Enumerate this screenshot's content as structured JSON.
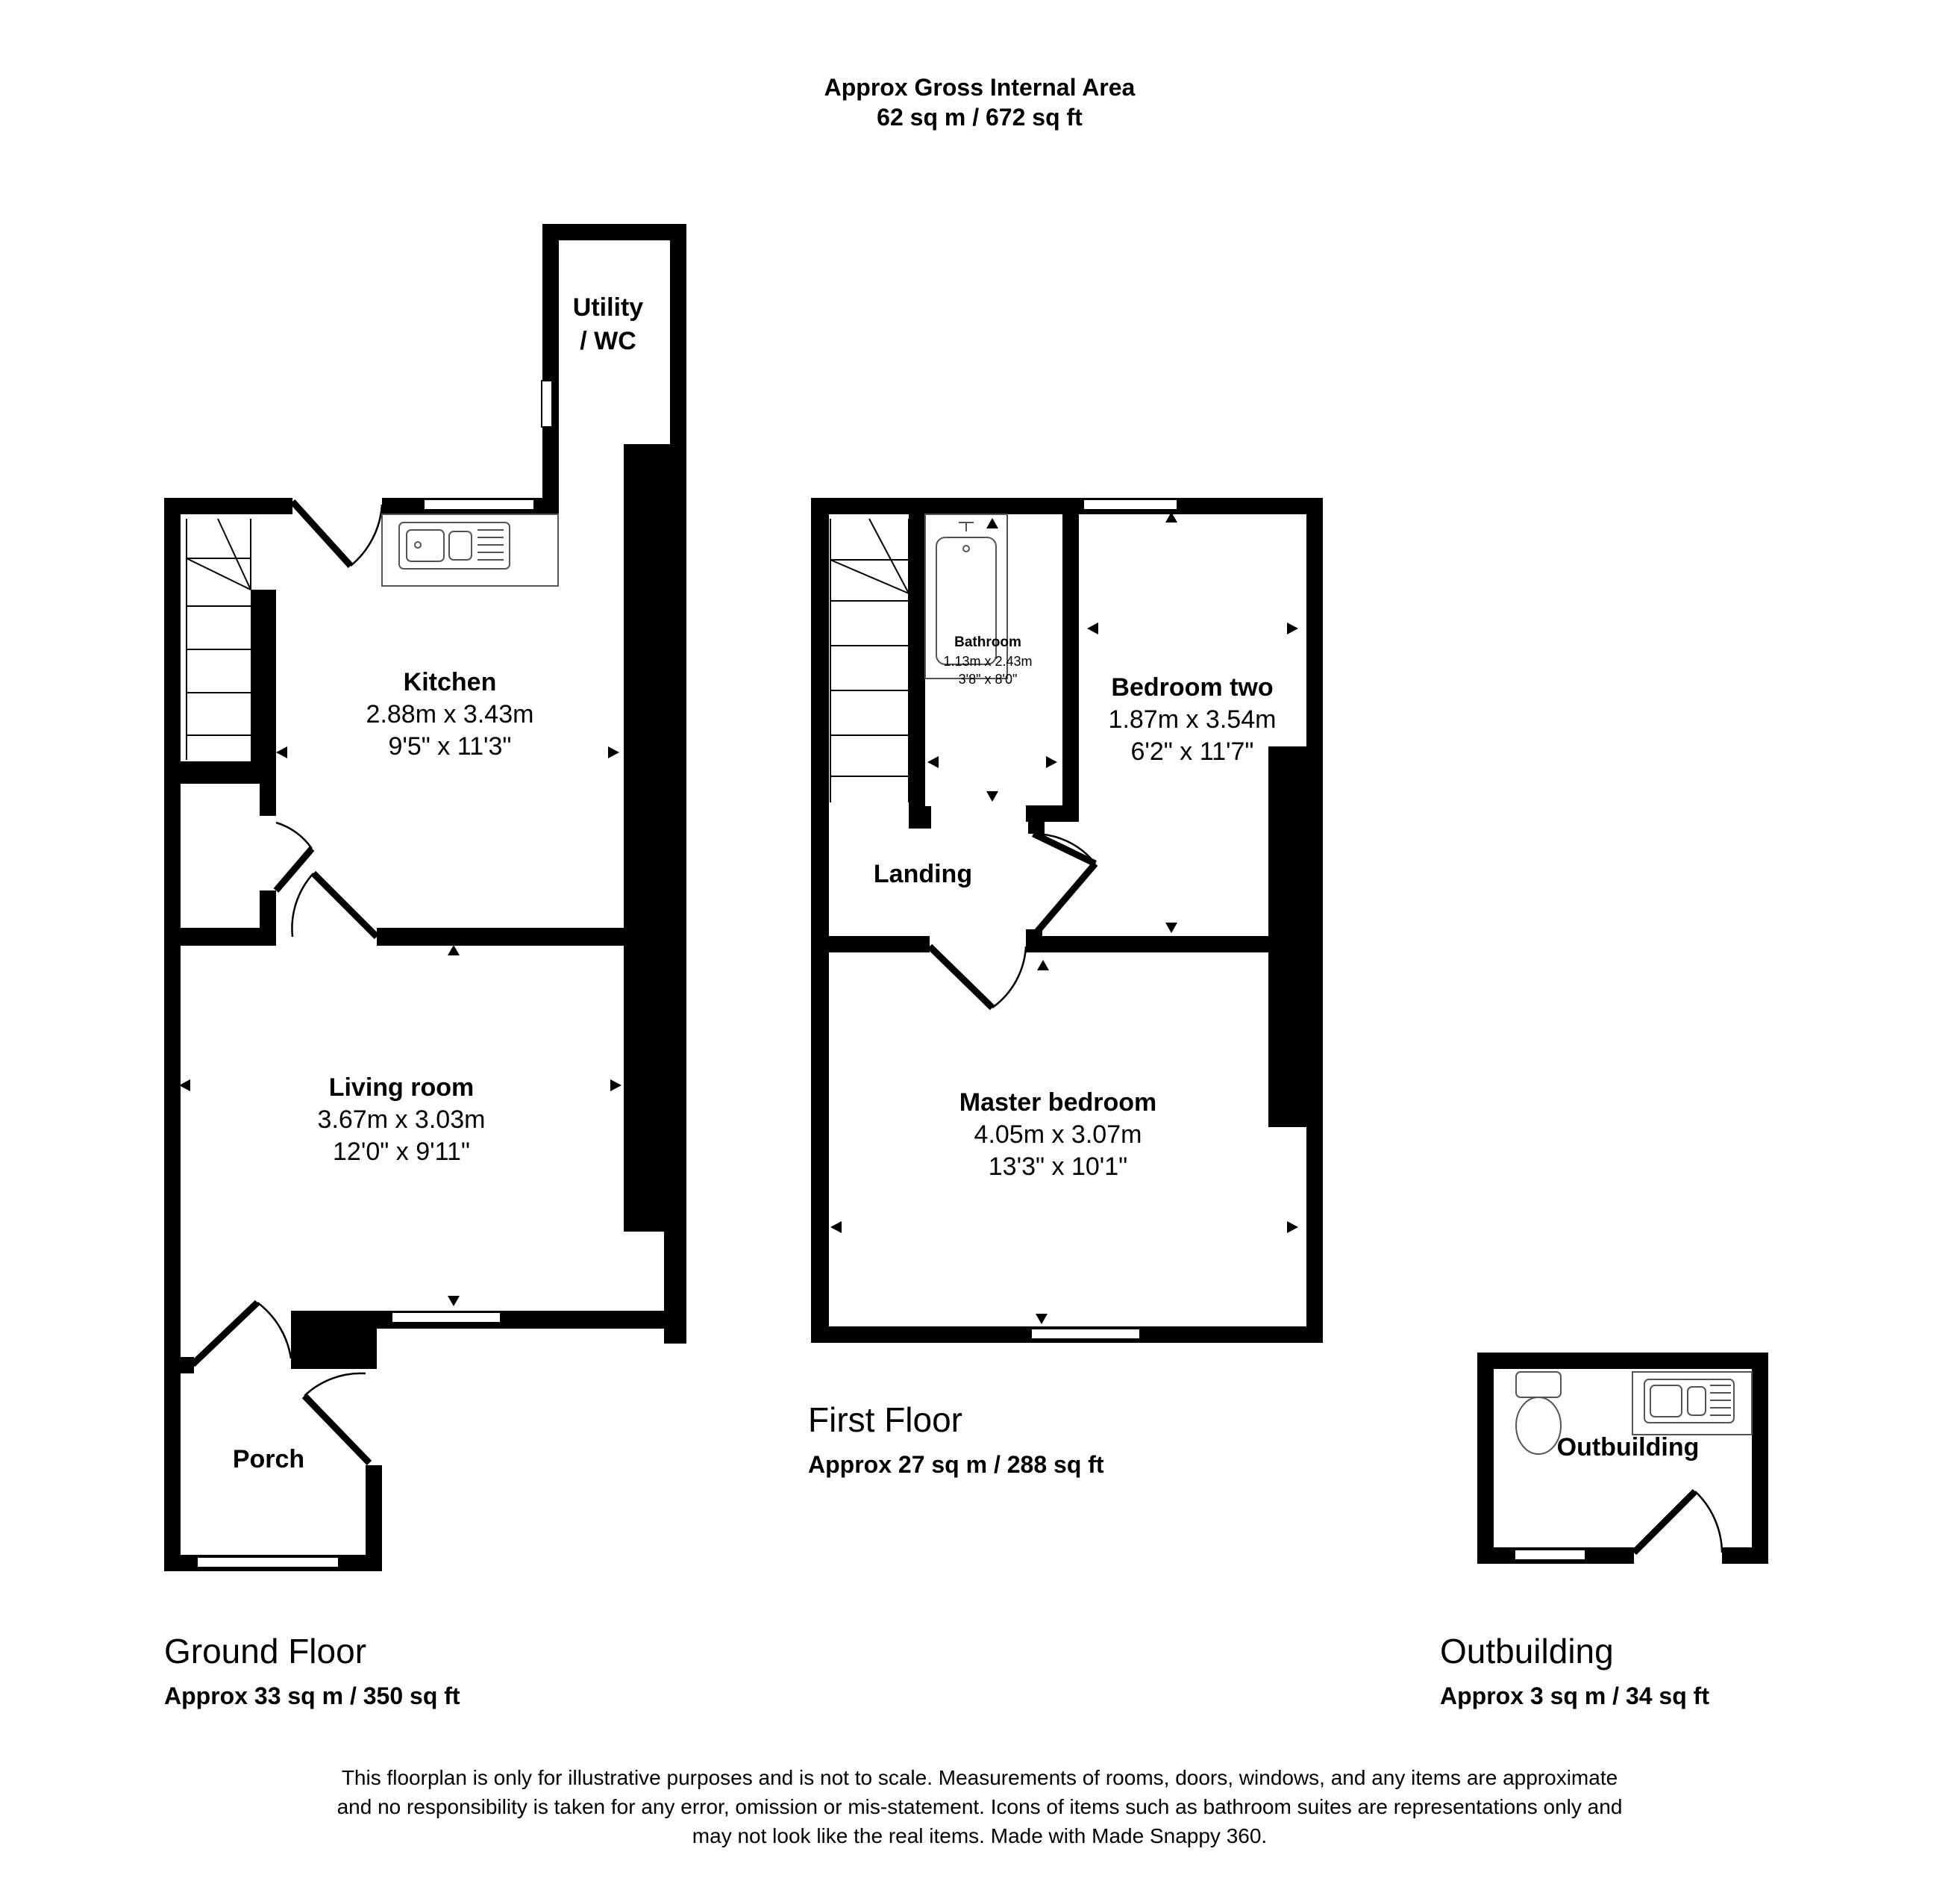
{
  "header": {
    "gross_title": "Approx Gross Internal Area",
    "gross_value": "62 sq m / 672 sq ft"
  },
  "ground_floor": {
    "title": "Ground Floor",
    "area": "Approx 33 sq m / 350 sq ft",
    "rooms": {
      "utility": {
        "name_line1": "Utility",
        "name_line2": "/ WC"
      },
      "kitchen": {
        "name": "Kitchen",
        "metric": "2.88m x 3.43m",
        "imperial": "9'5\" x 11'3\""
      },
      "living": {
        "name": "Living room",
        "metric": "3.67m x 3.03m",
        "imperial": "12'0\" x 9'11\""
      },
      "porch": {
        "name": "Porch"
      }
    }
  },
  "first_floor": {
    "title": "First Floor",
    "area": "Approx 27 sq m / 288 sq ft",
    "rooms": {
      "bathroom": {
        "name": "Bathroom",
        "metric": "1.13m x 2.43m",
        "imperial": "3'8\" x 8'0\""
      },
      "bedroom_two": {
        "name": "Bedroom two",
        "metric": "1.87m x 3.54m",
        "imperial": "6'2\" x 11'7\""
      },
      "landing": {
        "name": "Landing"
      },
      "master": {
        "name": "Master bedroom",
        "metric": "4.05m x 3.07m",
        "imperial": "13'3\" x 10'1\""
      }
    }
  },
  "outbuilding": {
    "title": "Outbuilding",
    "area": "Approx 3 sq m / 34 sq ft",
    "rooms": {
      "outbuilding": {
        "name": "Outbuilding"
      }
    }
  },
  "disclaimer": {
    "line1": "This floorplan is only for illustrative purposes and is not to scale. Measurements of rooms, doors, windows, and any items are approximate",
    "line2": "and no responsibility is taken for any error, omission or mis-statement. Icons of items such as bathroom suites are representations only and",
    "line3": "may not look like the real items. Made with Made Snappy 360."
  }
}
